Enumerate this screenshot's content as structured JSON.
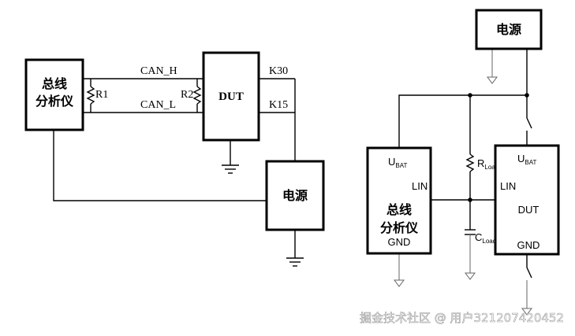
{
  "left_circuit": {
    "analyzer": [
      "总线",
      "分析仪"
    ],
    "dut": "DUT",
    "power": "电源",
    "r1": "R1",
    "r2": "R2",
    "can_h": "CAN_H",
    "can_l": "CAN_L",
    "k30": "K30",
    "k15": "K15"
  },
  "right_circuit": {
    "power": "电源",
    "analyzer": [
      "总线",
      "分析仪"
    ],
    "analyzer_ubat": "U",
    "analyzer_ubat_sub": "BAT",
    "analyzer_lin": "LIN",
    "analyzer_gnd": "GND",
    "dut_ubat": "U",
    "dut_ubat_sub": "BAT",
    "dut_lin": "LIN",
    "dut_label": "DUT",
    "dut_gnd": "GND",
    "r_load": "R",
    "r_load_sub": "Load",
    "c_load": "C",
    "c_load_sub": "Load"
  },
  "watermark": "掘金技术社区 @ 用户321207420452"
}
